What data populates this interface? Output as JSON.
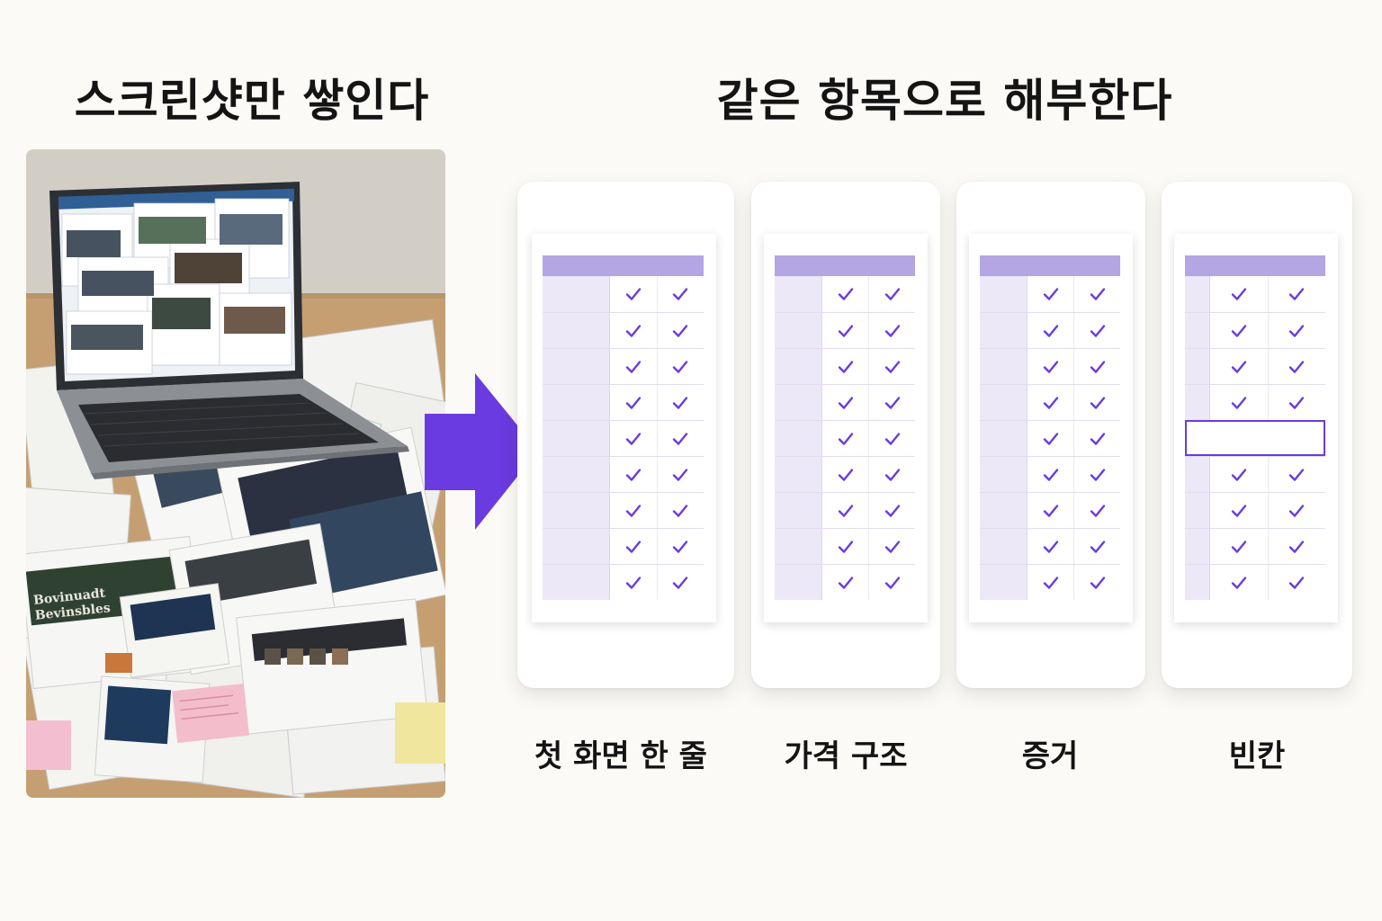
{
  "left_title": "스크린샷만 쌓인다",
  "right_title": "같은 항목으로 해부한다",
  "photo": {
    "icon": "laptop-and-scattered-screenshots-illustration",
    "mini_text": [
      "Bovinuadt",
      "Bevinsbles"
    ]
  },
  "arrow_color": "#6a3be0",
  "accent_color": "#6a3be0",
  "header_color": "#b3a6e3",
  "cards": [
    {
      "caption": "첫 화면 한 줄",
      "rows": [
        "check",
        "check",
        "check",
        "check",
        "check",
        "check",
        "check",
        "check",
        "check"
      ]
    },
    {
      "caption": "가격 구조",
      "rows": [
        "check",
        "check",
        "check",
        "check",
        "check",
        "check",
        "check",
        "check",
        "check"
      ]
    },
    {
      "caption": "증거",
      "rows": [
        "check",
        "check",
        "check",
        "check",
        "check",
        "check",
        "check",
        "check",
        "check"
      ]
    },
    {
      "caption": "빈칸",
      "rows": [
        "check",
        "check",
        "check",
        "check",
        "blank",
        "check",
        "check",
        "check",
        "check"
      ]
    }
  ]
}
